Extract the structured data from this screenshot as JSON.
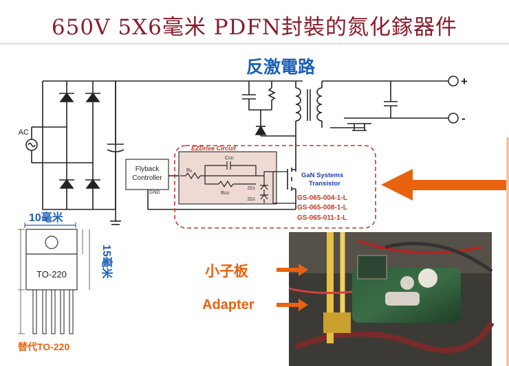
{
  "title": "650V 5X6毫米 PDFN封裝的氮化鎵器件",
  "circuit": {
    "heading": "反激電路",
    "ac_label": "AC",
    "controller_line1": "Flyback",
    "controller_line2": "Controller",
    "gnd_label": "GND",
    "ezdrive_label": "EZDrive Circuit",
    "rg_label": "R",
    "rg_sub": "g",
    "cgd_label": "C",
    "cgd_sub": "GD",
    "rgd_label": "R",
    "rgd_sub": "GD",
    "zd1_label": "ZD1",
    "zd2_label": "ZD2",
    "gan_line1": "GaN Systems",
    "gan_line2": "Transistor",
    "part_numbers": [
      "GS-065-004-1-L",
      "GS-065-008-1-L",
      "GS-065-011-1-L"
    ],
    "plus_label": "+",
    "minus_label": "-"
  },
  "package": {
    "width_label": "10毫米",
    "height_label": "15毫米",
    "name": "TO-220",
    "replace_label": "替代TO-220"
  },
  "photo": {
    "board_label": "小子板",
    "adapter_label": "Adapter"
  },
  "colors": {
    "title": "#8a1c2c",
    "heading": "#1b5fb8",
    "orange": "#e8620f",
    "dashed_box": "#c0392b",
    "ez_fill": "#efd9d3",
    "part_numbers": "#c0392b",
    "gan": "#1b3fb8"
  }
}
